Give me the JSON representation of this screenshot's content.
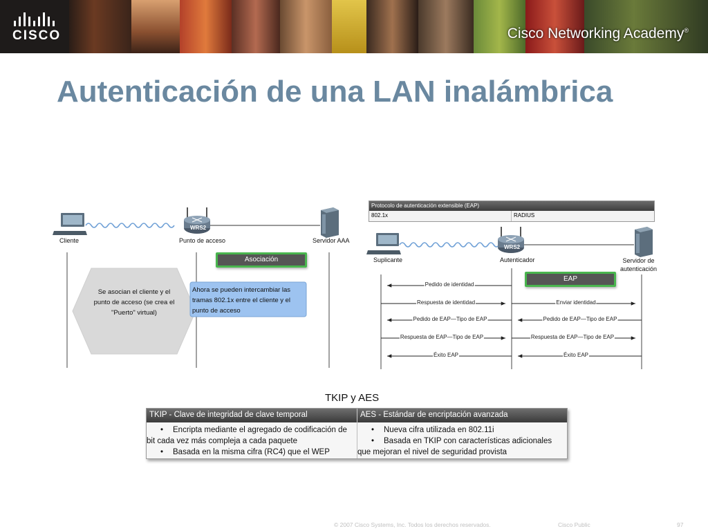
{
  "header": {
    "logo_text": "CISCO",
    "academy_text": "Cisco Networking Academy",
    "academy_mark": "®"
  },
  "slide": {
    "title": "Autenticación de una LAN inalámbrica"
  },
  "left_diagram": {
    "cliente": "Cliente",
    "punto_acceso": "Punto de acceso",
    "servidor": "Servidor AAA",
    "router_label": "WRS2",
    "asociacion": "Asociación",
    "hexagon_lines": [
      "Se asocian el cliente y el",
      "punto de acceso (se crea el",
      "\"Puerto\" virtual)"
    ],
    "callout_lines": [
      "Ahora se pueden intercambiar las",
      "tramas 802.1x entre el cliente y el",
      "punto de acceso"
    ]
  },
  "right_diagram": {
    "table_title": "Protocolo de autenticación extensible (EAP)",
    "table_col1": "802.1x",
    "table_col2": "RADIUS",
    "suplicante": "Suplicante",
    "autenticador": "Autenticador",
    "servidor_line1": "Servidor de",
    "servidor_line2": "autenticación",
    "router_label": "WRS2",
    "eap_label": "EAP",
    "messages": [
      "Pedido de identidad",
      "Respuesta de identidad",
      "Enviar identidad",
      "Pedido de EAP—Tipo de EAP",
      "Pedido de EAP—Tipo de EAP",
      "Respuesta de EAP—Tipo de EAP",
      "Respuesta de EAP—Tipo de EAP",
      "Éxito EAP",
      "Éxito EAP"
    ]
  },
  "tkip_table": {
    "title": "TKIP y AES",
    "col1_header": "TKIP - Clave de integridad de clave temporal",
    "col2_header": "AES - Estándar de encriptación avanzada",
    "col1_items": [
      [
        "Encripta mediante el agregado de codificación de",
        "bit cada vez más compleja a cada paquete"
      ],
      [
        "Basada en la misma cifra (RC4) que el WEP"
      ]
    ],
    "col2_items": [
      [
        "Nueva cifra utilizada en 802.11i"
      ],
      [
        "Basada en TKIP con características adicionales",
        "que mejoran el nivel de seguridad provista"
      ]
    ]
  },
  "footer": {
    "copyright": "© 2007 Cisco Systems, Inc. Todos los derechos reservados.",
    "classification": "Cisco Public",
    "page_number": "97"
  },
  "colors": {
    "title": "#6a88a0",
    "green_border": "#49b54e",
    "callout_fill": "#9dc3f0",
    "hexagon_fill": "#d9d9d9"
  }
}
